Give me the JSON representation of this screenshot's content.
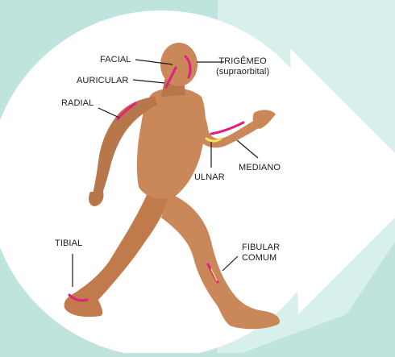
{
  "colors": {
    "background": "#bfe4de",
    "circle": "#ffffff",
    "skin": "#c9875a",
    "skin_shade": "#a8683f",
    "nerve": "#e0207f",
    "nerve_highlight": "#f6e35a",
    "leader": "#1b1b1b"
  },
  "labels": {
    "facial": "FACIAL",
    "auricular": "AURICULAR",
    "radial": "RADIAL",
    "trigemeo": "TRIGÊMEO",
    "trigemeo_sub": "(supraorbital)",
    "ulnar": "ULNAR",
    "mediano": "MEDIANO",
    "tibial": "TIBIAL",
    "fibular": "FIBULAR",
    "fibular_sub": "COMUM"
  }
}
